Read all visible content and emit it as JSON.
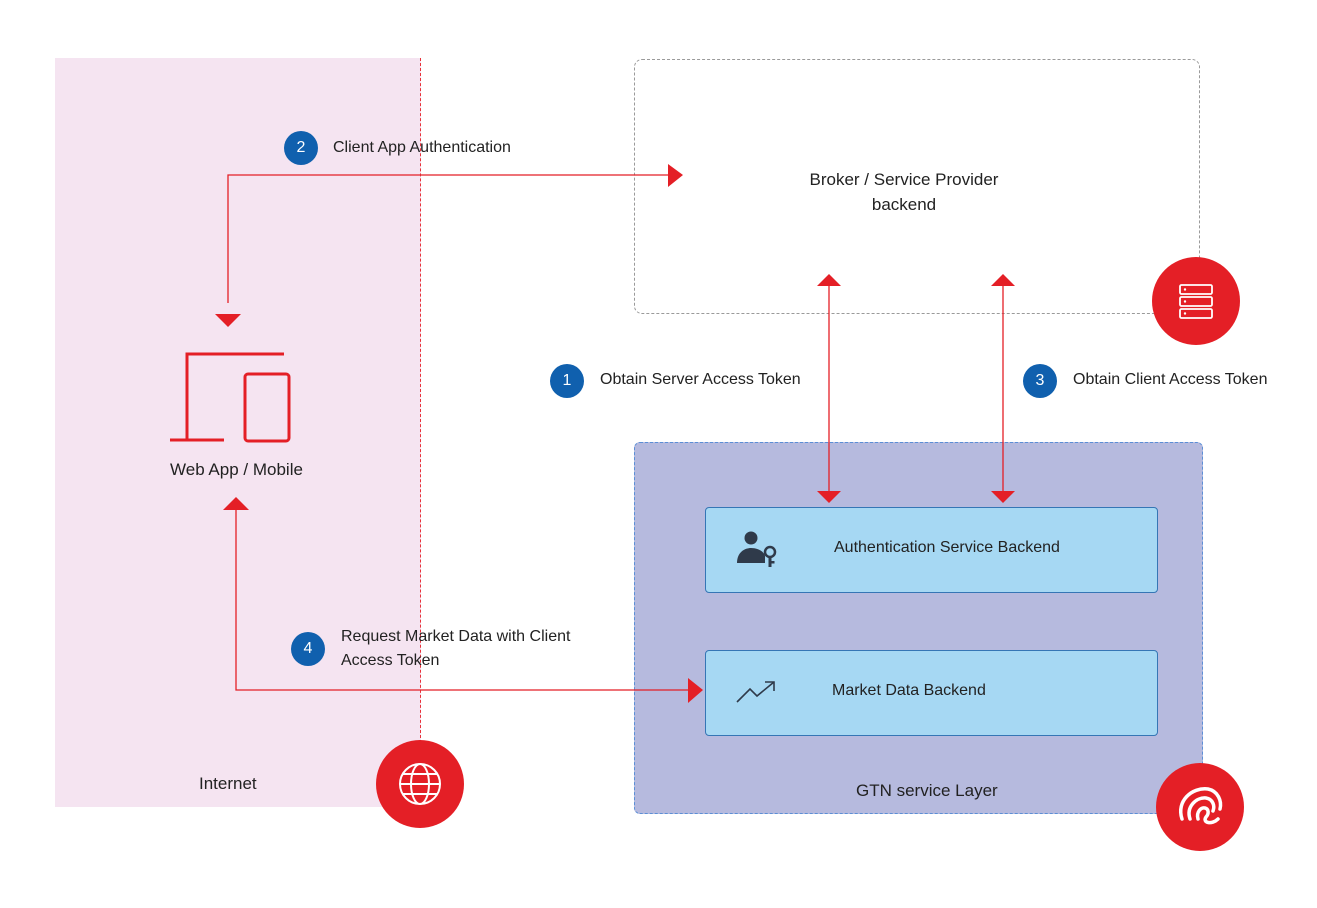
{
  "zones": {
    "internet_label": "Internet",
    "gtn_label": "GTN service Layer"
  },
  "nodes": {
    "broker_line1": "Broker / Service Provider",
    "broker_line2": "backend",
    "webapp_label": "Web App / Mobile",
    "auth_service_label": "Authentication Service Backend",
    "market_data_label": "Market Data Backend"
  },
  "steps": [
    {
      "number": "1",
      "label": "Obtain Server Access Token"
    },
    {
      "number": "2",
      "label": "Client App Authentication"
    },
    {
      "number": "3",
      "label": "Obtain Client Access Token"
    },
    {
      "number": "4",
      "label_line1": "Request Market Data with Client",
      "label_line2": "Access Token"
    }
  ],
  "icons": {
    "server": "server-rack-icon",
    "globe": "globe-icon",
    "gtn_logo": "gtn-logo-icon",
    "devices": "laptop-and-phone-icon",
    "user_key": "user-key-icon",
    "trend": "trending-up-icon"
  },
  "colors": {
    "accent_red": "#e41f26",
    "step_blue": "#1060ae",
    "internet_zone": "#f5e4f1",
    "gtn_layer": "#b6bade",
    "service_box": "#a6d8f3"
  }
}
